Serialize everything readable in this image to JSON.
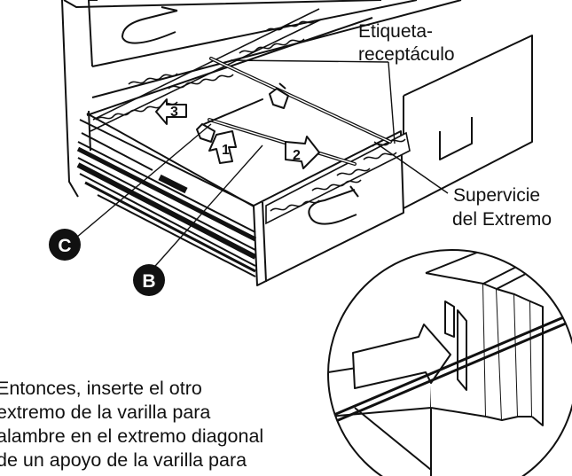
{
  "labels": {
    "label_holder": [
      "Etiqueta-",
      "receptáculo"
    ],
    "end_surface": [
      "Supervicie",
      "del Extremo"
    ]
  },
  "callouts": {
    "c": "C",
    "b": "B"
  },
  "steps": [
    "1",
    "2",
    "3"
  ],
  "caption": [
    "Entonces, inserte el otro",
    "extremo de la varilla para",
    "alambre en el extremo diagonal",
    "de un apoyo de la varilla para"
  ]
}
